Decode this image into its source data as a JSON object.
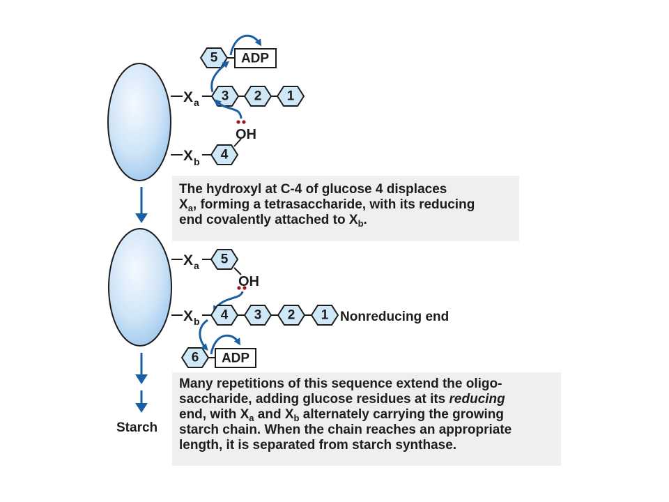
{
  "top_panel": {
    "x_a_label": "X",
    "x_a_sub": "a",
    "x_b_label": "X",
    "x_b_sub": "b",
    "residues_chain": [
      "3",
      "2",
      "1"
    ],
    "adp_residue": "5",
    "adp_label": "ADP",
    "oh_label": "OH",
    "attached_residue": "4"
  },
  "caption_1": {
    "line1": "The hydroxyl at C-4 of glucose 4 displaces",
    "line2_pre": "X",
    "line2_sub": "a",
    "line2_post": ", forming a tetrasaccharide, with its reducing",
    "line3_pre": "end covalently attached to X",
    "line3_sub": "b",
    "line3_post": "."
  },
  "bottom_panel": {
    "x_a_label": "X",
    "x_a_sub": "a",
    "x_b_label": "X",
    "x_b_sub": "b",
    "attached_residue": "5",
    "oh_label": "OH",
    "residues_chain": [
      "4",
      "3",
      "2",
      "1"
    ],
    "chain_end_label": "Nonreducing end",
    "adp_residue": "6",
    "adp_label": "ADP"
  },
  "caption_2": {
    "line1": "Many repetitions of this sequence extend the oligo-",
    "line2_pre": "saccharide, adding glucose residues at its ",
    "line2_em": "reducing",
    "line3_pre": "end, with X",
    "line3_sub_a": "a",
    "line3_mid": " and X",
    "line3_sub_b": "b",
    "line3_post": " alternately carrying the growing",
    "line4": "starch chain. When the chain reaches an appropriate",
    "line5": "length, it is separated from starch synthase."
  },
  "product_label": "Starch",
  "colors": {
    "hex_fill": "#cfe8f7",
    "enzyme_fill_light": "#eef6fd",
    "enzyme_fill_dark": "#a9d0f0",
    "arrow_blue": "#1a5fa3",
    "lone_pair_red": "#9b1b1b",
    "caption_bg": "#efeff2"
  }
}
